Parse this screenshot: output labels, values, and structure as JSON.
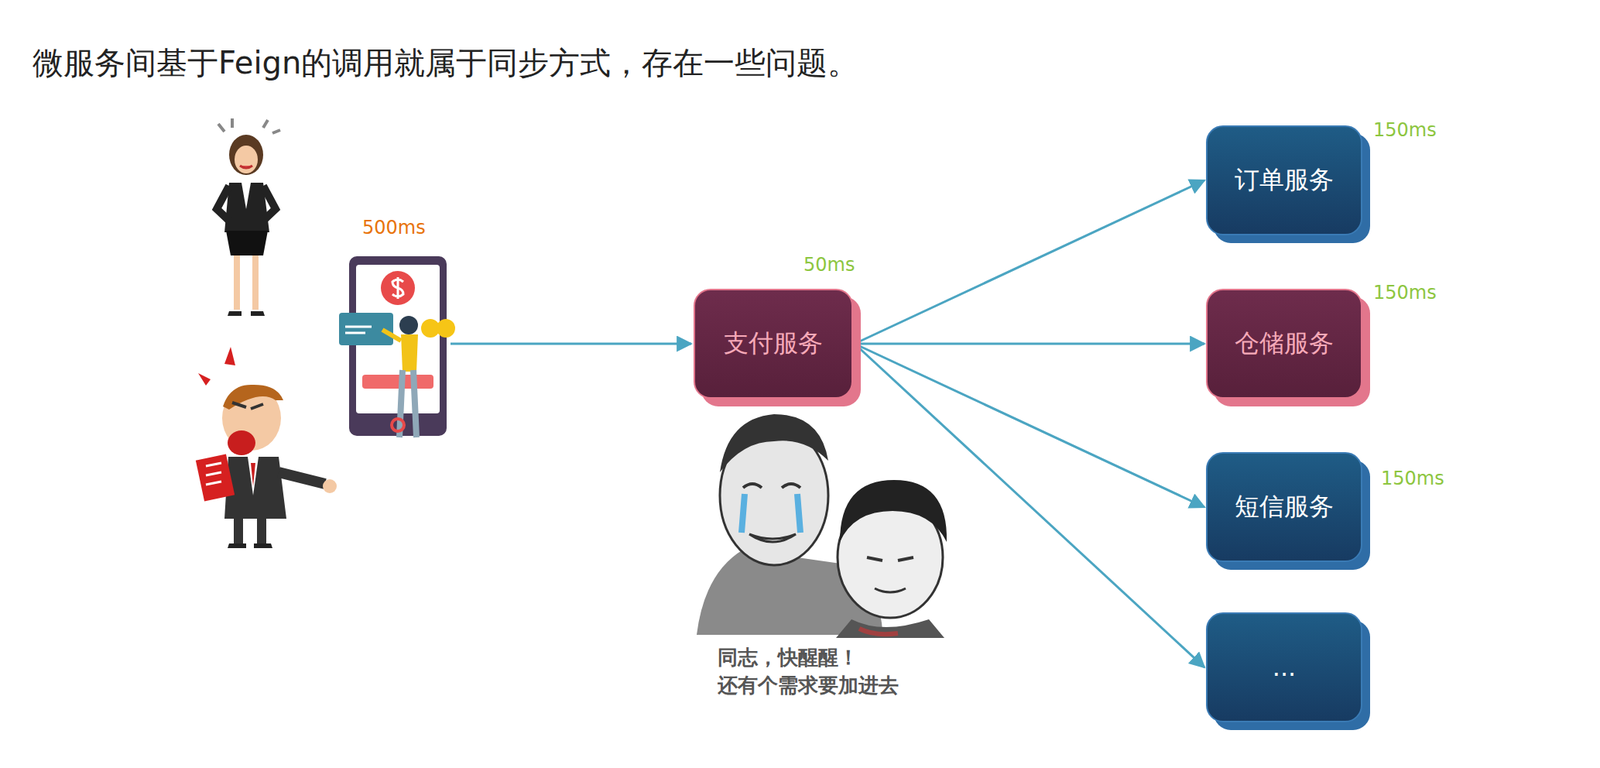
{
  "diagram": {
    "title": "微服务间基于Feign的调用就属于同步方式，存在一些问题。",
    "nodes": [
      {
        "text": [
          "支付服务"
        ]
      },
      {
        "text": [
          "订单服务"
        ]
      },
      {
        "text": [
          "仓储服务"
        ]
      },
      {
        "text": [
          "短信服务"
        ]
      },
      {
        "text": [
          "..."
        ]
      }
    ],
    "edges": [
      {
        "from": 0,
        "to": 1,
        "arrow": "to"
      },
      {
        "from": 0,
        "to": 2,
        "arrow": "to"
      },
      {
        "from": 0,
        "to": 3,
        "arrow": "to"
      },
      {
        "from": 0,
        "to": 4,
        "arrow": "to"
      }
    ],
    "labels": [
      "500ms",
      "50ms",
      "150ms",
      "150ms",
      "150ms",
      "同志，快醒醒！",
      "还有个需求要加进去"
    ]
  }
}
